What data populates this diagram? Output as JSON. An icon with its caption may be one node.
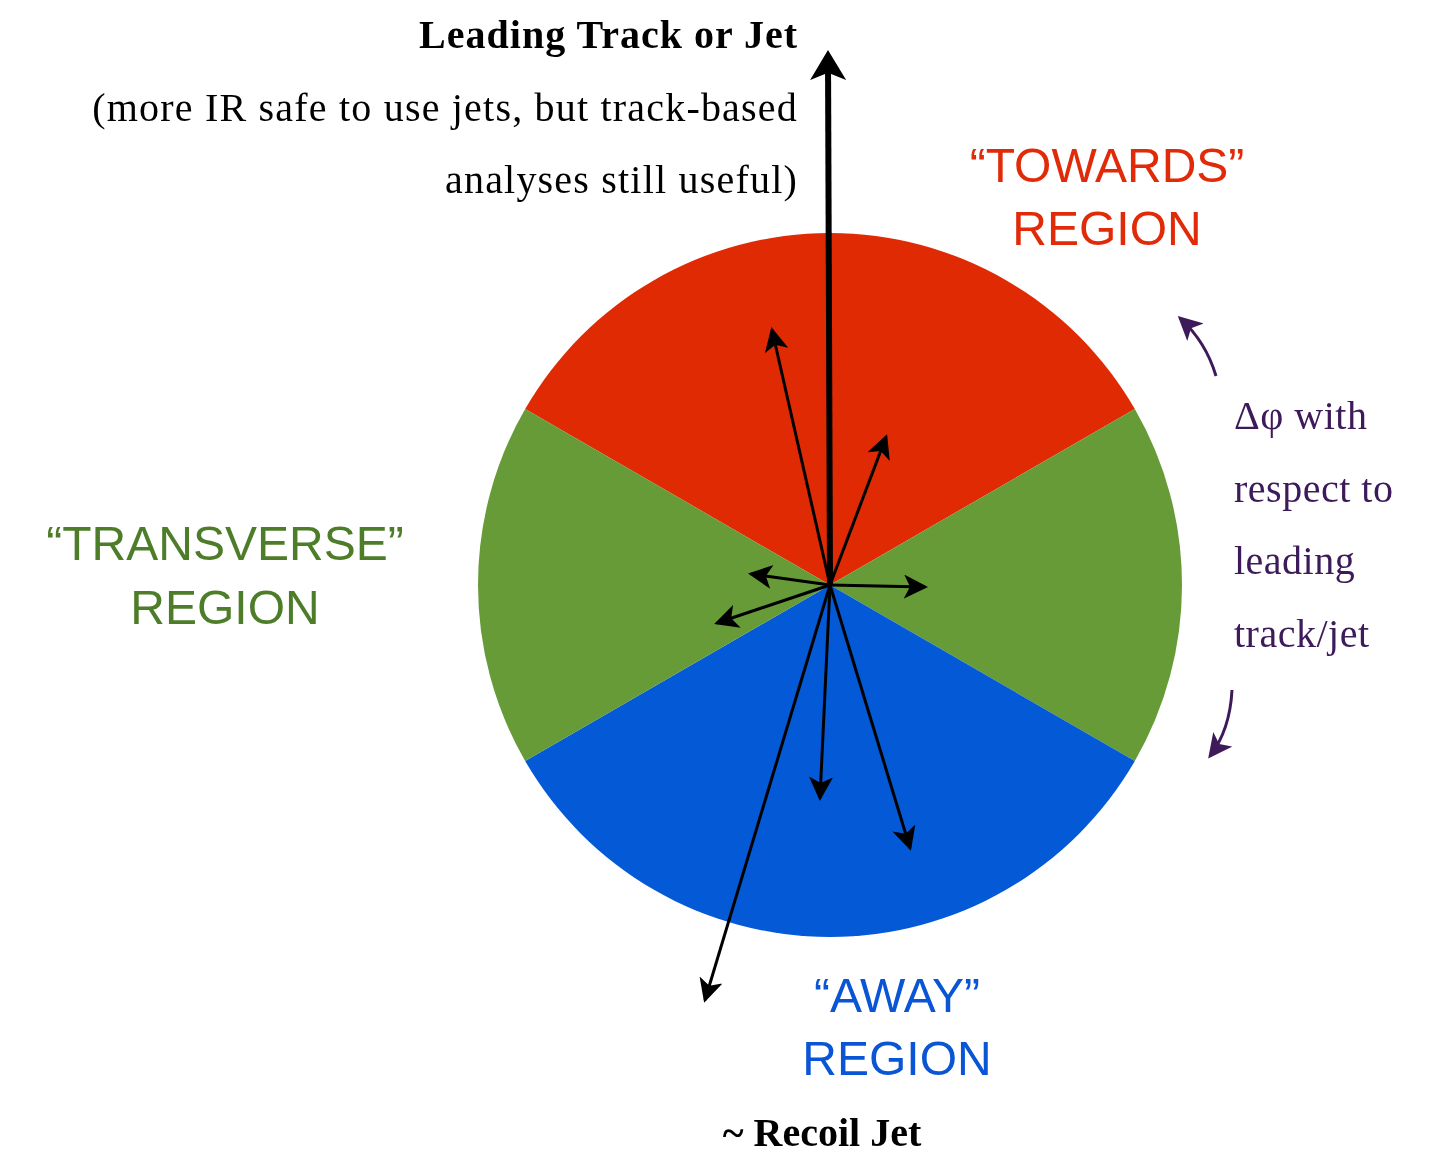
{
  "diagram": {
    "labels": [
      "Leading Track or Jet",
      "(more IR safe to use jets, but track-based analyses still useful)",
      "“TOWARDS” REGION",
      "“TRANSVERSE” REGION",
      "Δφ with respect to leading track/jet",
      "“AWAY” REGION",
      "~ Recoil Jet"
    ]
  }
}
